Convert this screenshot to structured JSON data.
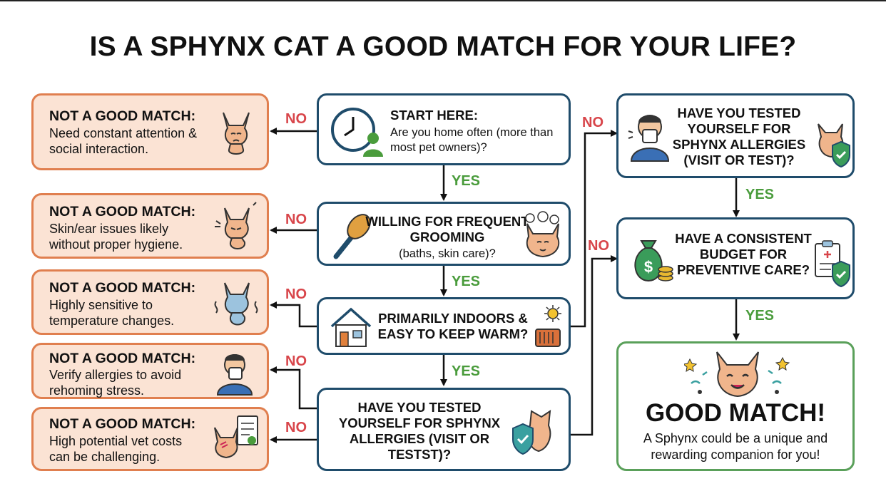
{
  "title": "IS A SPHYNX CAT A GOOD MATCH FOR YOUR LIFE?",
  "labels": {
    "no": "NO",
    "yes": "YES"
  },
  "outcomes": [
    {
      "title": "NOT A GOOD MATCH:",
      "desc": "Need constant attention & social interaction.",
      "icon": "sad-cat-icon"
    },
    {
      "title": "NOT A GOOD MATCH:",
      "desc": "Skin/ear issues likely without proper hygiene.",
      "icon": "scratching-cat-icon"
    },
    {
      "title": "NOT A GOOD MATCH:",
      "desc": "Highly sensitive to temperature changes.",
      "icon": "shivering-cat-icon"
    },
    {
      "title": "NOT A GOOD MATCH:",
      "desc": "Verify allergies to avoid rehoming stress.",
      "icon": "sneezing-person-icon"
    },
    {
      "title": "NOT A GOOD MATCH:",
      "desc": "High potential vet costs can be challenging.",
      "icon": "injured-cat-vet-bill-icon"
    }
  ],
  "steps": [
    {
      "title": "START HERE:",
      "desc": "Are you home often (more than most pet owners)?",
      "icon": "clock-person-icon"
    },
    {
      "title": "WILLING FOR FREQUENT GROOMING",
      "desc": "(baths, skin care)?",
      "icon": "brush-bathing-cat-icon"
    },
    {
      "title": "PRIMARILY INDOORS & EASY TO KEEP WARM?",
      "icon": "house-sun-heater-icon"
    },
    {
      "title": "HAVE YOU TESTED YOURSELF FOR SPHYNX ALLERGIES (VISIT OR TESTST)?",
      "icon": "shield-cat-icon"
    },
    {
      "title": "HAVE YOU TESTED YOURSELF FOR SPHYNX ALLERGIES (VISIT OR TEST)?",
      "icon": "sneezing-person-cat-shield-icon"
    },
    {
      "title": "HAVE A CONSISTENT BUDGET FOR PREVENTIVE CARE?",
      "icon": "money-bag-clipboard-icon"
    }
  ],
  "result": {
    "title": "GOOD MATCH!",
    "desc": "A Sphynx could be a unique and rewarding companion for you!",
    "icon": "happy-cat-confetti-icon"
  },
  "colors": {
    "no": "#d8454a",
    "yes": "#4a9c3c",
    "outcome_bg": "#fbe3d4",
    "outcome_border": "#e07f4f",
    "step_border": "#1f4c6b",
    "result_border": "#5aa05a"
  }
}
